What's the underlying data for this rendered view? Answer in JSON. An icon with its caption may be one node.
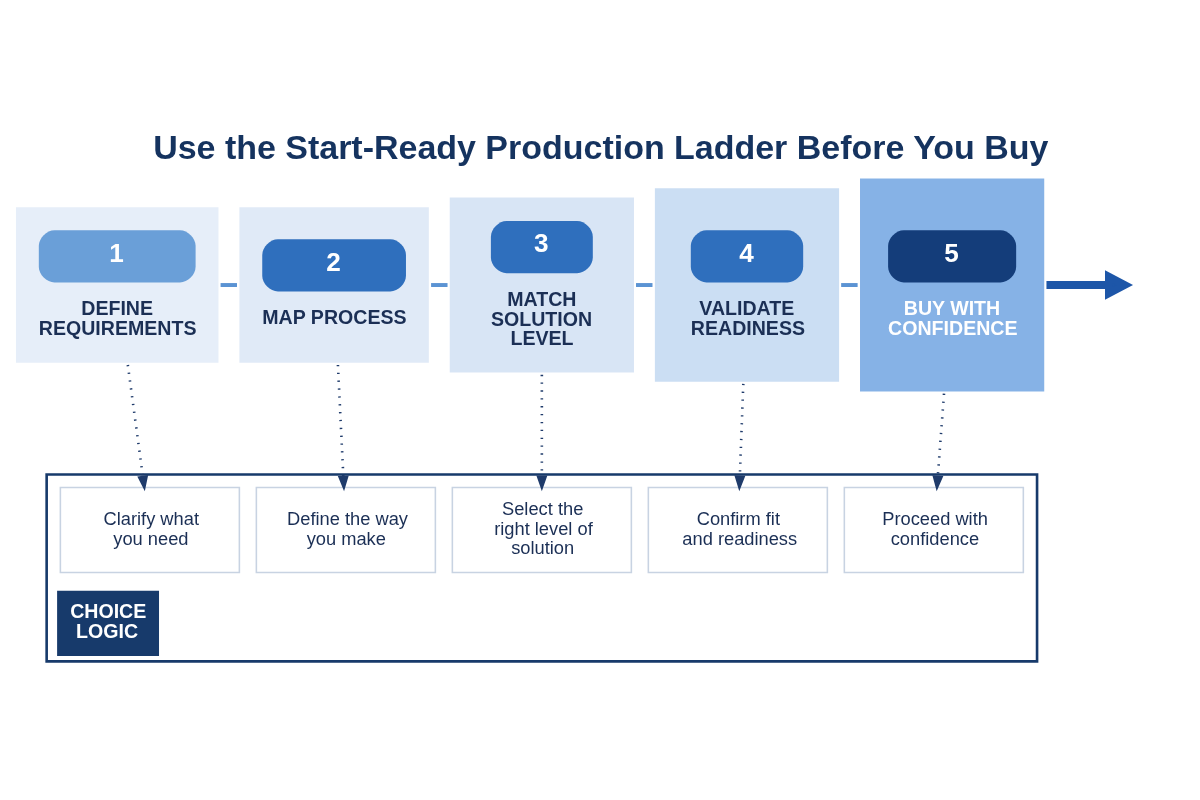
{
  "diagram": {
    "title": "Use the Start-Ready Production Ladder Before You Buy",
    "nodes": [
      {
        "text": [
          "1",
          "DEFINE REQUIREMENTS"
        ]
      },
      {
        "text": [
          "2",
          "MAP PROCESS"
        ]
      },
      {
        "text": [
          "3",
          "MATCH SOLUTION LEVEL"
        ]
      },
      {
        "text": [
          "4",
          "VALIDATE READINESS"
        ]
      },
      {
        "text": [
          "5",
          "BUY WITH CONFIDENCE"
        ]
      },
      {
        "text": [
          "CHOICE LOGIC"
        ]
      },
      {
        "text": [
          "Clarify what you need"
        ],
        "in": 5
      },
      {
        "text": [
          "Define the way you make"
        ],
        "in": 5
      },
      {
        "text": [
          "Select the right level of solution"
        ],
        "in": 5
      },
      {
        "text": [
          "Confirm fit and readiness"
        ],
        "in": 5
      },
      {
        "text": [
          "Proceed with confidence"
        ],
        "in": 5
      }
    ],
    "edges": [
      {
        "from": 0,
        "to": 1,
        "arrow": "none",
        "color": "#5b93d3"
      },
      {
        "from": 1,
        "to": 2,
        "arrow": "none",
        "color": "#5b93d3"
      },
      {
        "from": 2,
        "to": 3,
        "arrow": "none",
        "color": "#5b93d3"
      },
      {
        "from": 3,
        "to": 4,
        "arrow": "none",
        "color": "#5b93d3"
      },
      {
        "from": 4,
        "to": null,
        "arrow": "to",
        "style": "thick",
        "color": "#1d56a8"
      },
      {
        "from": 0,
        "to": 6,
        "arrow": "to",
        "style": "dashed"
      },
      {
        "from": 1,
        "to": 7,
        "arrow": "to",
        "style": "dashed"
      },
      {
        "from": 2,
        "to": 8,
        "arrow": "to",
        "style": "dashed"
      },
      {
        "from": 3,
        "to": 9,
        "arrow": "to",
        "style": "dashed"
      },
      {
        "from": 4,
        "to": 10,
        "arrow": "to",
        "style": "dashed"
      }
    ]
  }
}
